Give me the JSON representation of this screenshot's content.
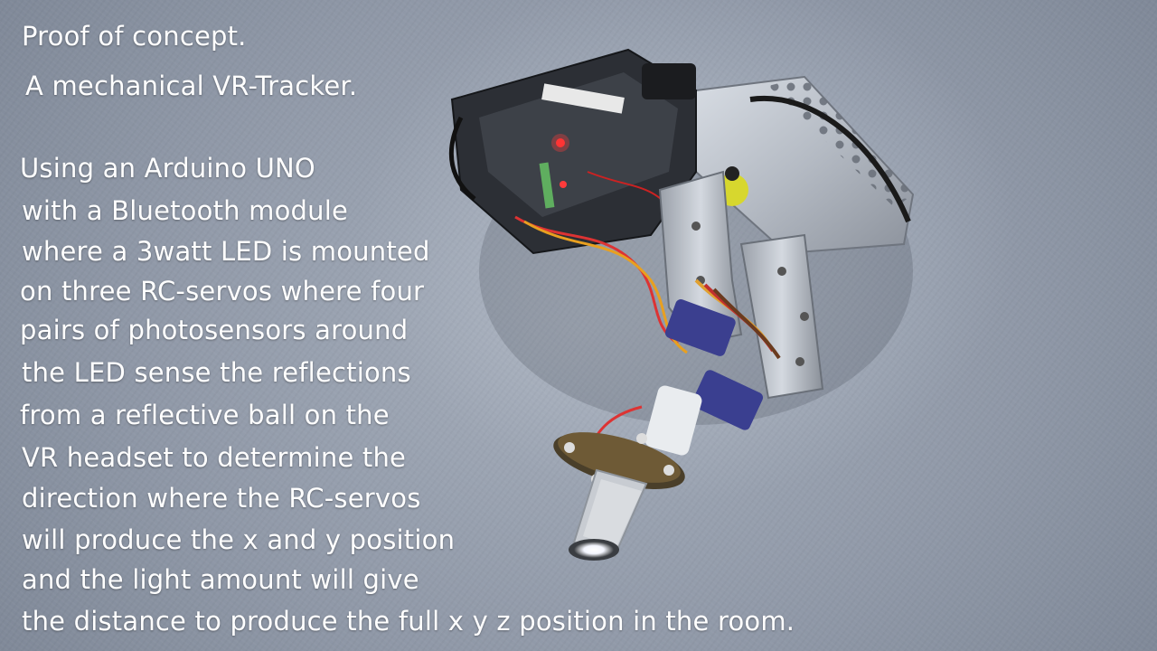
{
  "title_lines": [
    "Proof of concept.",
    "A mechanical VR-Tracker."
  ],
  "description_lines": [
    "Using an Arduino UNO",
    "with a Bluetooth module",
    "where a 3watt LED is mounted",
    "on three RC-servos where four",
    "pairs of photosensors around",
    "the LED sense the reflections",
    "from a reflective ball on the",
    "VR headset to determine the",
    "direction where the RC-servos",
    "will produce the x and y position",
    "and the light amount will give",
    "the distance to produce the full x y z position in the room."
  ]
}
